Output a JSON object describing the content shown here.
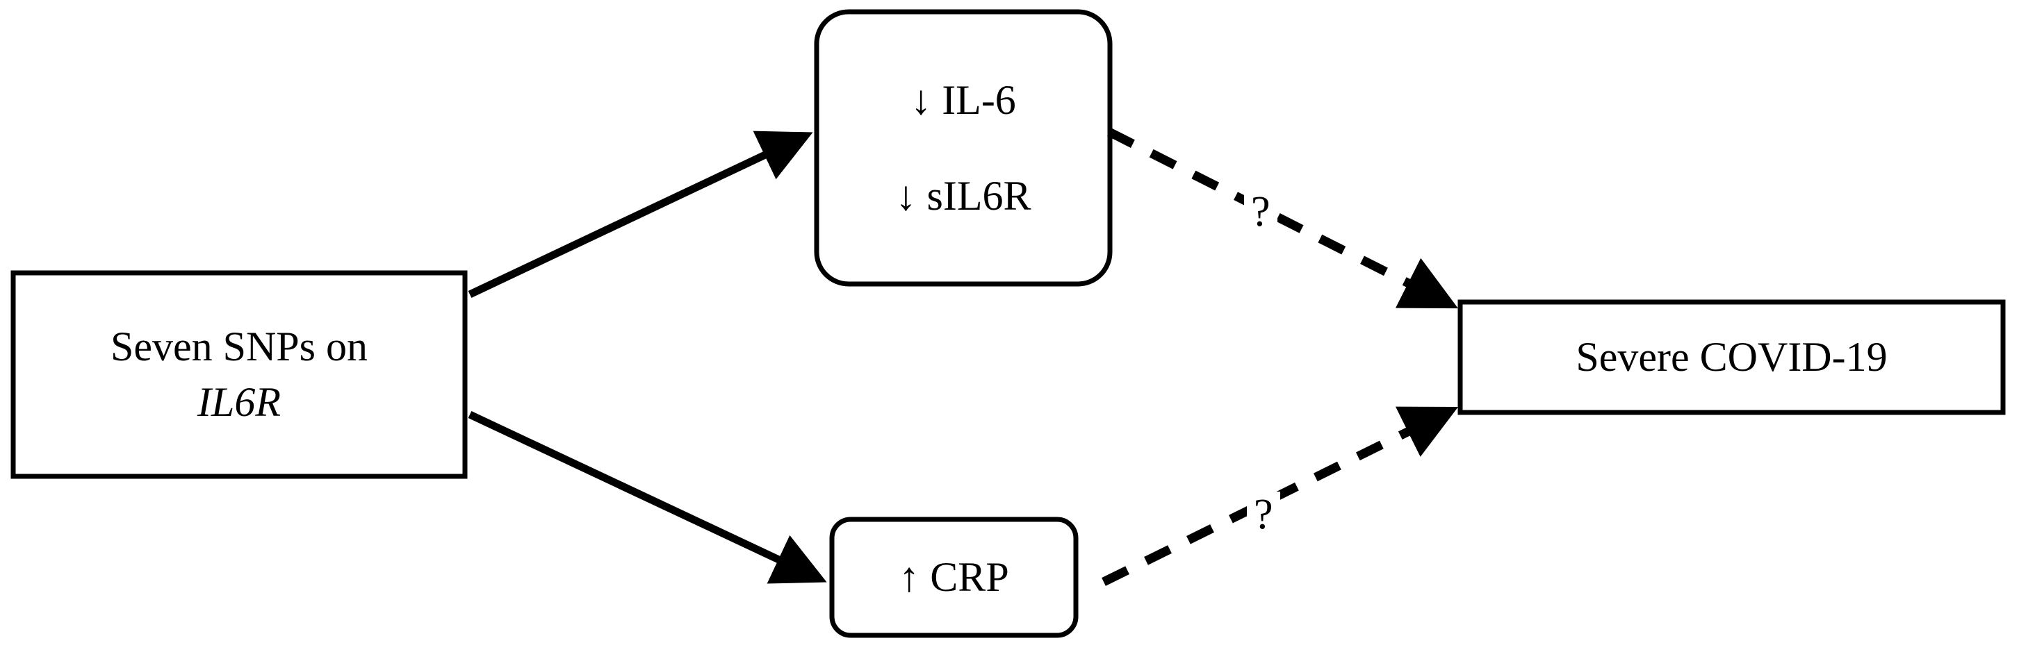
{
  "diagram": {
    "title": "IL6R SNPs to severe COVID-19 pathway diagram",
    "type": "flow-diagram",
    "background_color": "#ffffff",
    "stroke_color": "#000000",
    "nodes": [
      {
        "id": "snps",
        "shape": "rectangle",
        "line1": "Seven SNPs on",
        "line2": "IL6R",
        "line2_style": "italic"
      },
      {
        "id": "il6",
        "shape": "rounded-rectangle",
        "line1": "↓ IL-6",
        "line2": "↓ sIL6R"
      },
      {
        "id": "crp",
        "shape": "rounded-rectangle",
        "line1": "↑ CRP"
      },
      {
        "id": "covid",
        "shape": "rectangle",
        "line1": "Severe COVID-19"
      }
    ],
    "edges": [
      {
        "id": "snps-to-il6",
        "from": "snps",
        "to": "il6",
        "style": "solid",
        "arrow": true,
        "label": ""
      },
      {
        "id": "snps-to-crp",
        "from": "snps",
        "to": "crp",
        "style": "solid",
        "arrow": true,
        "label": ""
      },
      {
        "id": "il6-to-covid",
        "from": "il6",
        "to": "covid",
        "style": "dashed",
        "arrow": true,
        "label": "?"
      },
      {
        "id": "crp-to-covid",
        "from": "crp",
        "to": "covid",
        "style": "dashed",
        "arrow": true,
        "label": "?"
      }
    ]
  }
}
